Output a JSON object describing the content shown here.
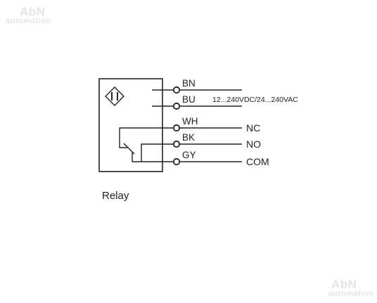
{
  "watermark": {
    "brand": "AbN",
    "subtitle": "automation"
  },
  "wires": [
    {
      "code": "BN",
      "signal": ""
    },
    {
      "code": "BU",
      "signal": ""
    },
    {
      "code": "WH",
      "signal": "NC"
    },
    {
      "code": "BK",
      "signal": "NO"
    },
    {
      "code": "GY",
      "signal": "COM"
    }
  ],
  "supply_voltage": "12...240VDC/24...240VAC",
  "caption": "Relay",
  "colors": {
    "line": "#222222",
    "watermark": "#e4e4e4"
  }
}
